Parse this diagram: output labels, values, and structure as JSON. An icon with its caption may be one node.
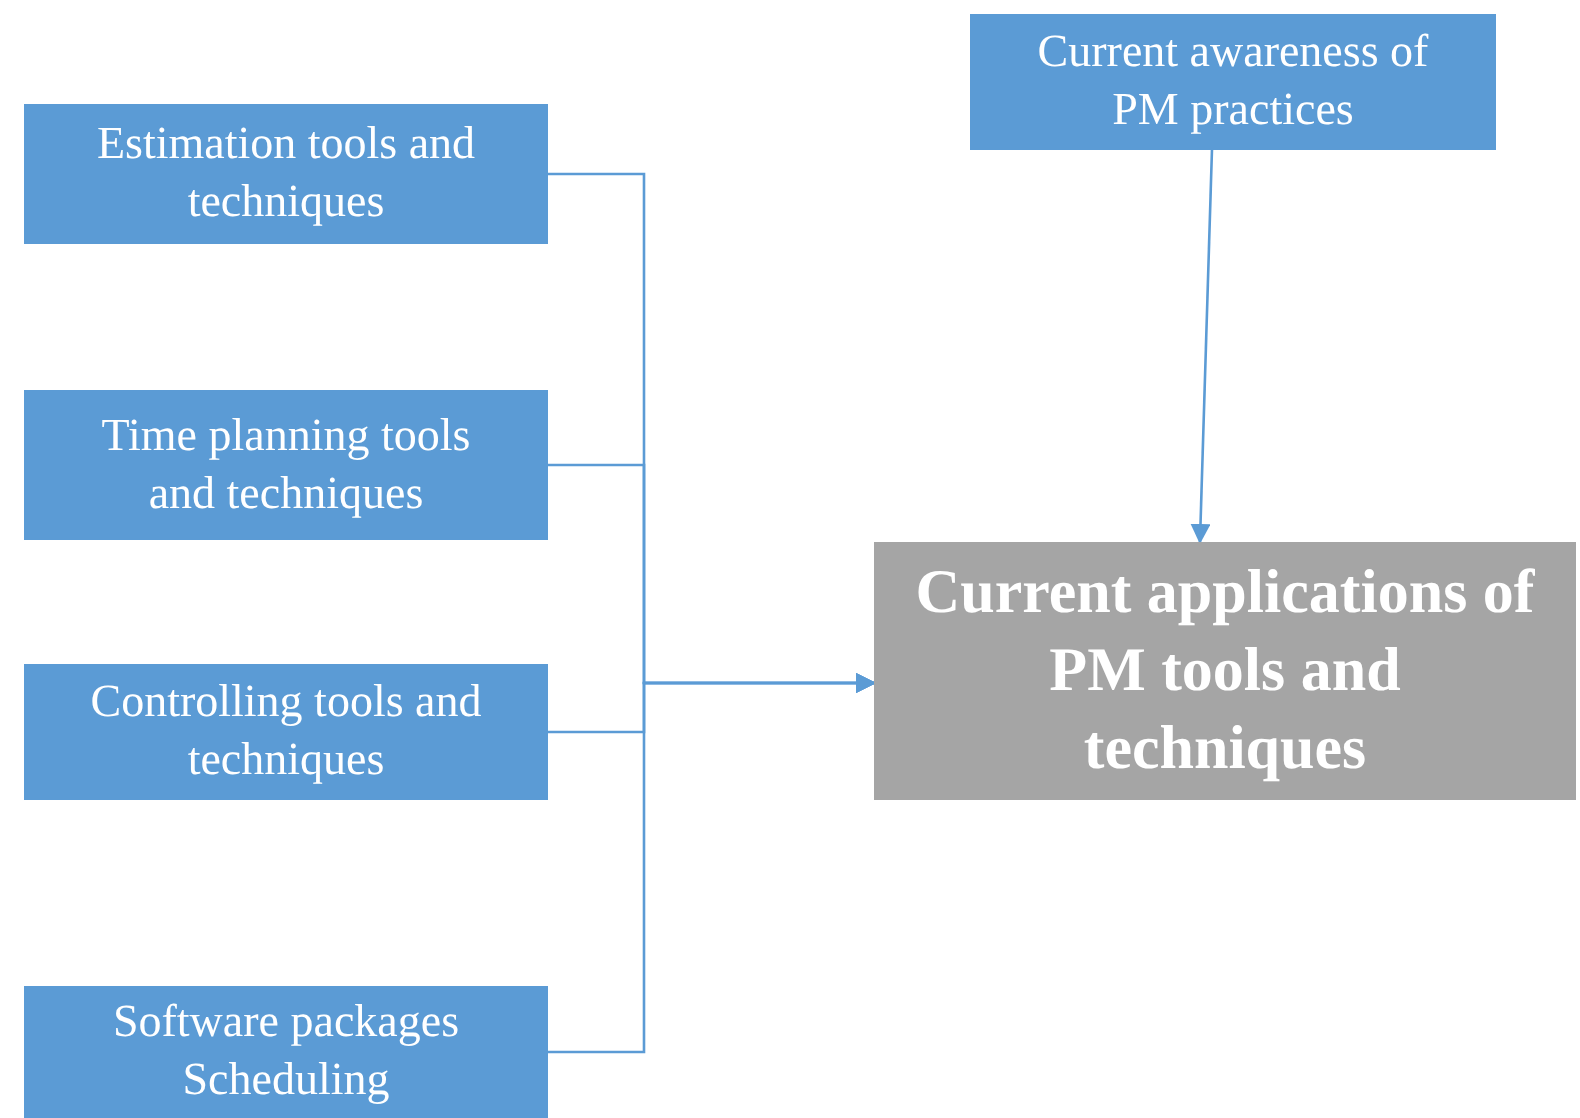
{
  "diagram": {
    "nodes": [
      {
        "text": [
          "Estimation tools and techniques"
        ]
      },
      {
        "text": [
          "Time planning tools and techniques"
        ]
      },
      {
        "text": [
          "Controlling tools and techniques"
        ]
      },
      {
        "text": [
          "Software packages Scheduling"
        ]
      },
      {
        "text": [
          "Current awareness of PM practices"
        ]
      },
      {
        "text": [
          "Current applications of PM tools and techniques"
        ]
      }
    ],
    "edges": [
      {
        "from": 0,
        "to": 5,
        "arrow": "to"
      },
      {
        "from": 1,
        "to": 5,
        "arrow": "to"
      },
      {
        "from": 2,
        "to": 5,
        "arrow": "to"
      },
      {
        "from": 3,
        "to": 5,
        "arrow": "to"
      },
      {
        "from": 4,
        "to": 5,
        "arrow": "to"
      }
    ]
  }
}
